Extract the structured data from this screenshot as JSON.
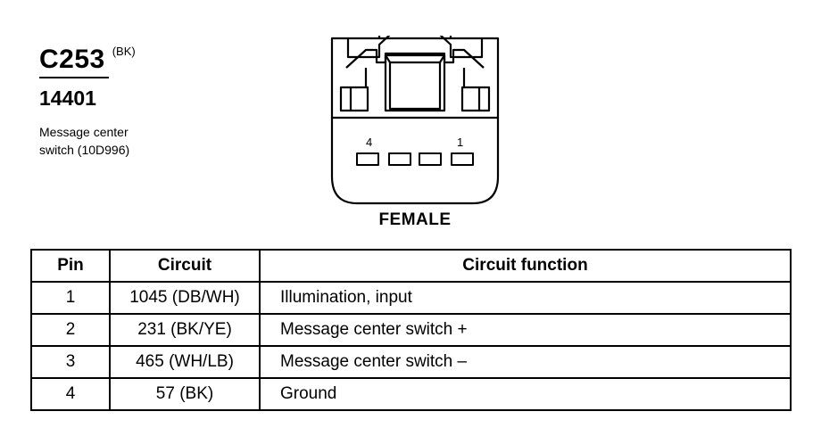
{
  "connector": {
    "id": "C253",
    "color": "(BK)",
    "part_number": "14401",
    "description_line1": "Message center",
    "description_line2": "switch (10D996)",
    "gender": "FEMALE",
    "pin_labels": {
      "left": "4",
      "right": "1"
    }
  },
  "table": {
    "headers": [
      "Pin",
      "Circuit",
      "Circuit function"
    ],
    "rows": [
      [
        "1",
        "1045 (DB/WH)",
        "Illumination, input"
      ],
      [
        "2",
        "231 (BK/YE)",
        "Message center switch  +"
      ],
      [
        "3",
        "465 (WH/LB)",
        "Message center switch  –"
      ],
      [
        "4",
        "57 (BK)",
        "Ground"
      ]
    ]
  }
}
